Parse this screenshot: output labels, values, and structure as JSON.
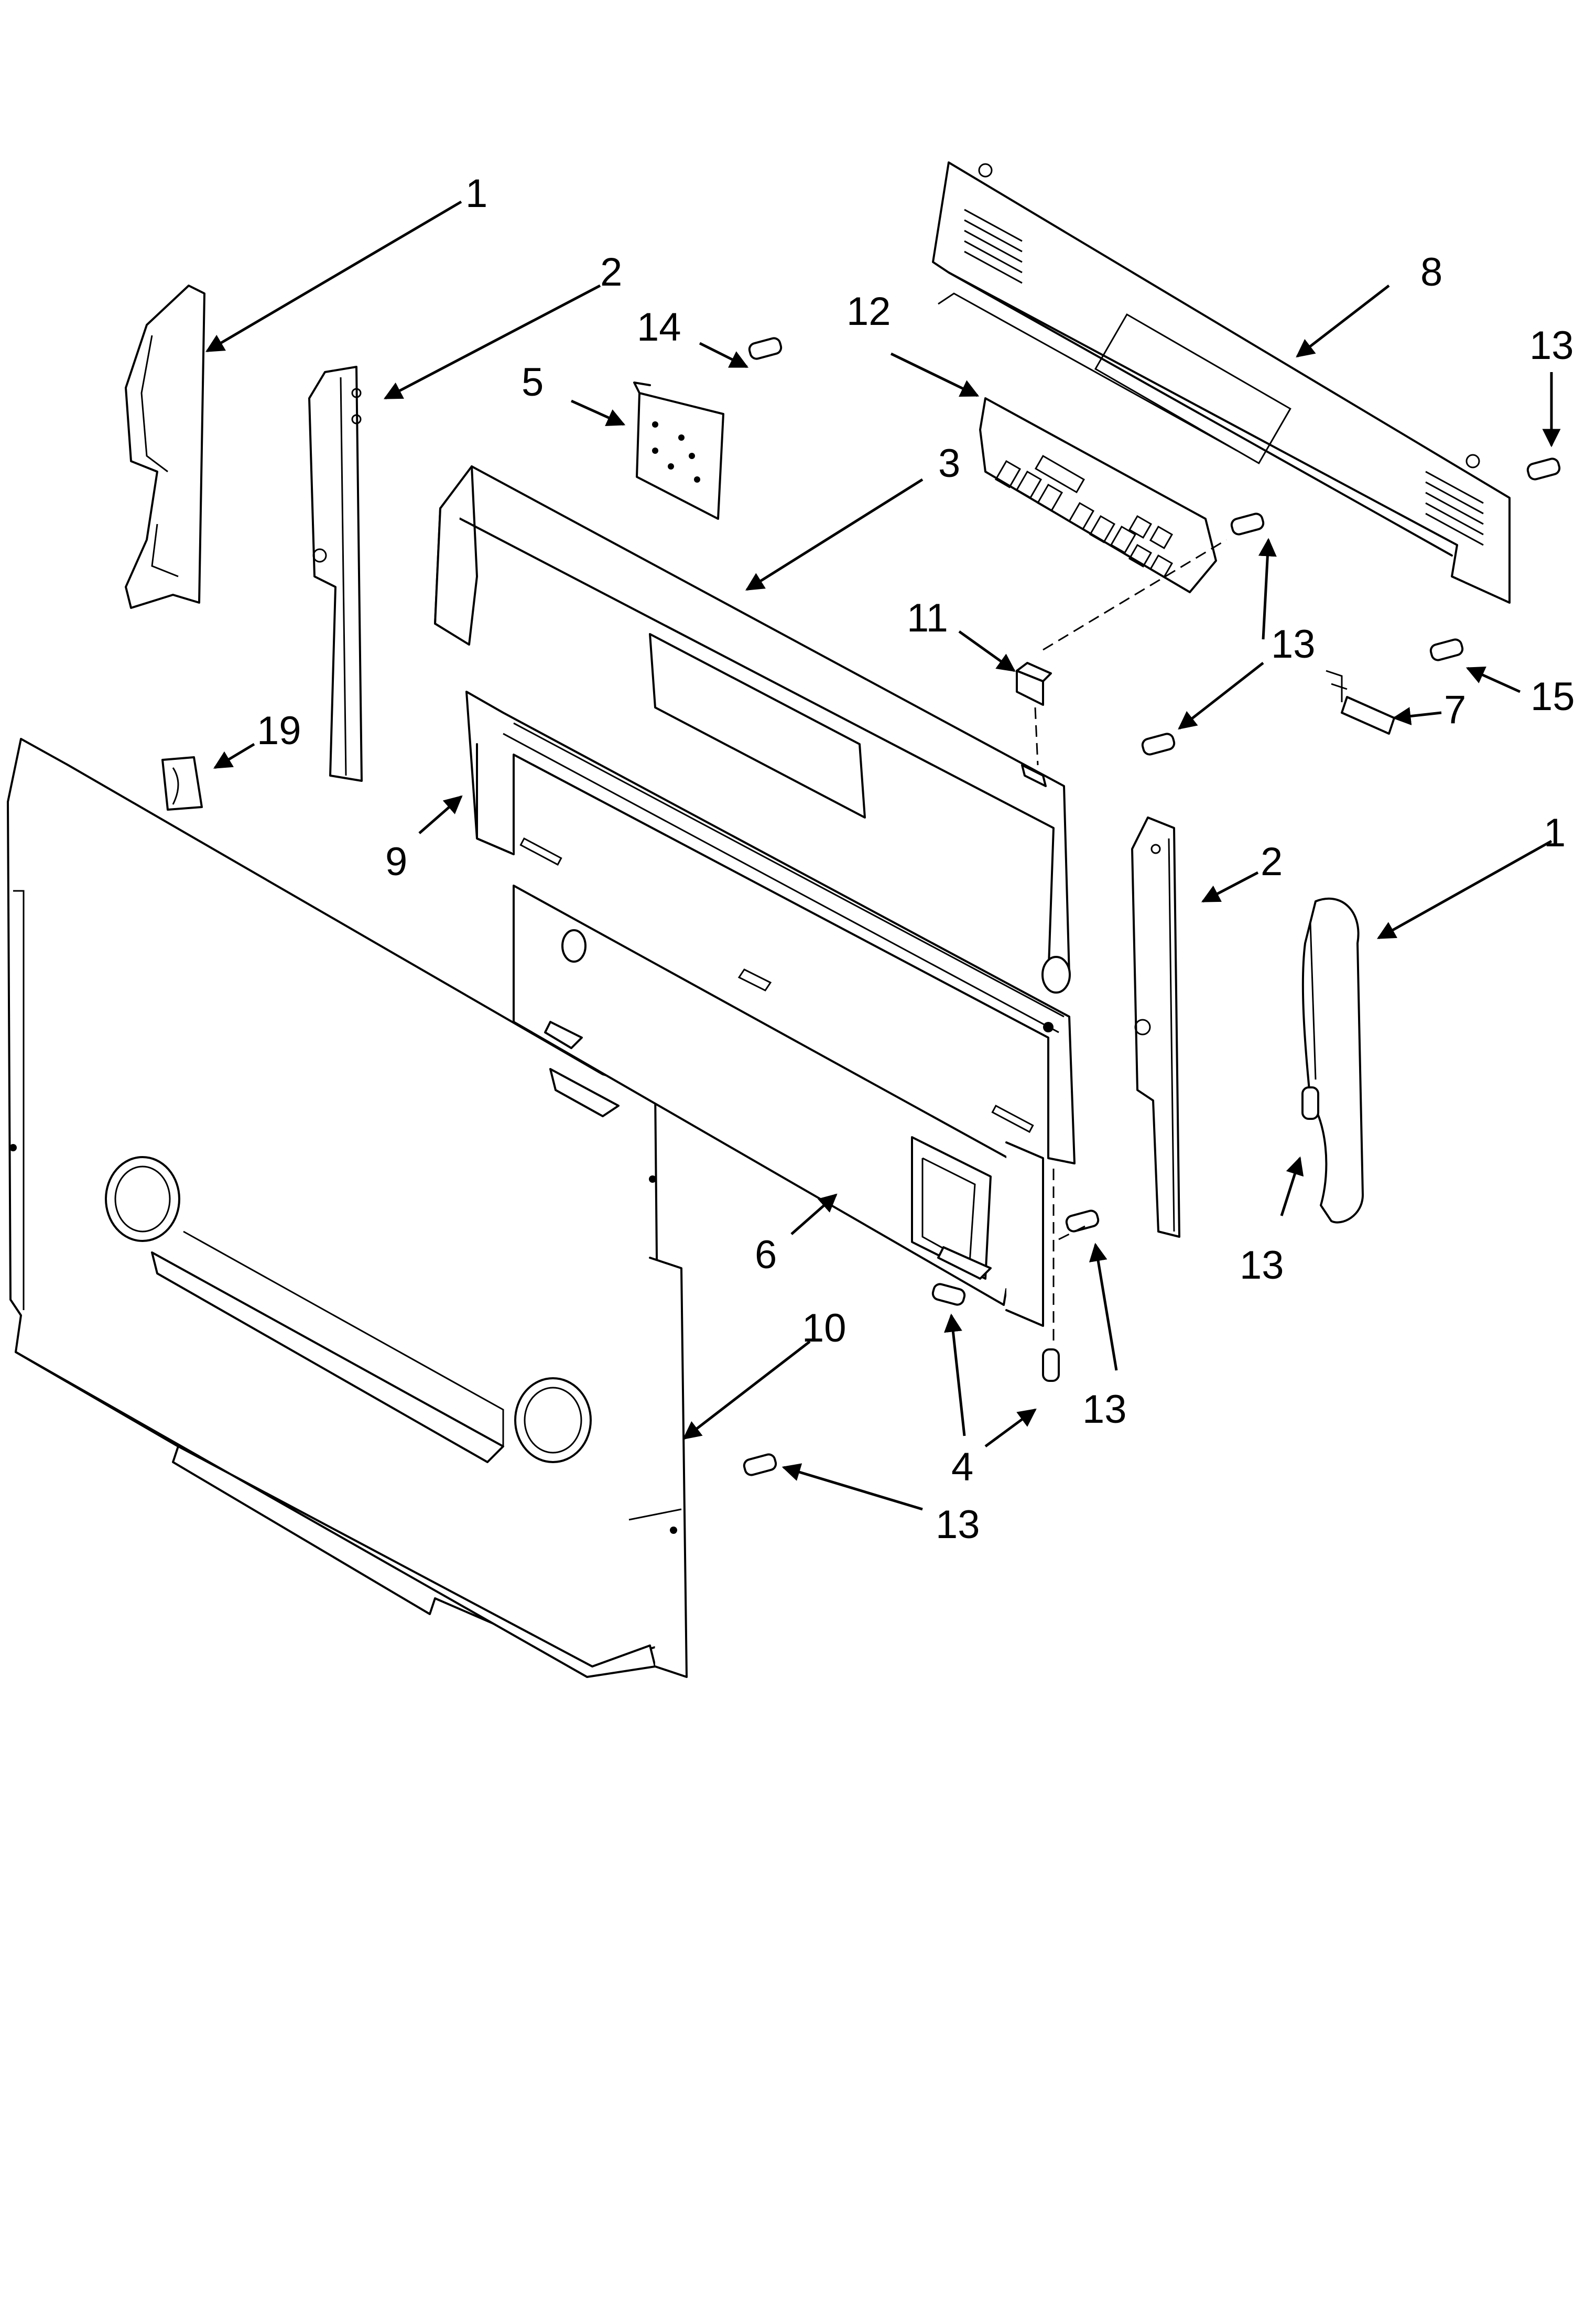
{
  "callouts": [
    {
      "id": "c1a",
      "label": "1"
    },
    {
      "id": "c1b",
      "label": "1"
    },
    {
      "id": "c2a",
      "label": "2"
    },
    {
      "id": "c2b",
      "label": "2"
    },
    {
      "id": "c3",
      "label": "3"
    },
    {
      "id": "c4",
      "label": "4"
    },
    {
      "id": "c5",
      "label": "5"
    },
    {
      "id": "c6",
      "label": "6"
    },
    {
      "id": "c7",
      "label": "7"
    },
    {
      "id": "c8",
      "label": "8"
    },
    {
      "id": "c9",
      "label": "9"
    },
    {
      "id": "c10",
      "label": "10"
    },
    {
      "id": "c11",
      "label": "11"
    },
    {
      "id": "c12",
      "label": "12"
    },
    {
      "id": "c13a",
      "label": "13"
    },
    {
      "id": "c13b",
      "label": "13"
    },
    {
      "id": "c13c",
      "label": "13"
    },
    {
      "id": "c13d",
      "label": "13"
    },
    {
      "id": "c13e",
      "label": "13"
    },
    {
      "id": "c14",
      "label": "14"
    },
    {
      "id": "c15",
      "label": "15"
    },
    {
      "id": "c19",
      "label": "19"
    }
  ],
  "colors": {
    "ink": "#000000",
    "paper": "#ffffff"
  }
}
